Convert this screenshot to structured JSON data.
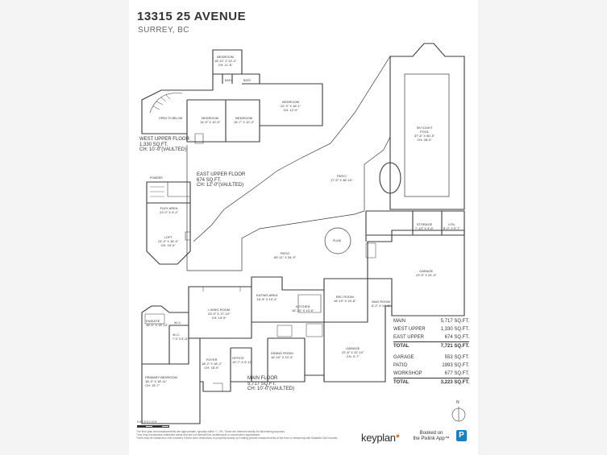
{
  "header": {
    "address": "13315 25 AVENUE",
    "city": "SURREY, BC"
  },
  "floors": {
    "west_upper": {
      "name": "WEST UPPER FLOOR",
      "sqft": "1,330 SQ.FT.",
      "ceiling": "CH: 10'-0\"(VAULTED)"
    },
    "east_upper": {
      "name": "EAST UPPER FLOOR",
      "sqft": "674 SQ.FT.",
      "ceiling": "CH: 12'-0\"(VAULTED)"
    },
    "main": {
      "name": "MAIN FLOOR",
      "sqft": "5,717 SQ.FT.",
      "ceiling": "CH: 10'-0\"(VAULTED)"
    }
  },
  "rooms": {
    "bedroom_top": {
      "name": "BEDROOM",
      "dims": "18'-11\" X 13'-4\"",
      "ch": "CH: 11'-6\""
    },
    "bedroom_right": {
      "name": "BEDROOM",
      "dims": "22'-3\" X 16'-1\"",
      "ch": "CH: 12'-0\""
    },
    "bedroom_left": {
      "name": "BEDROOM",
      "dims": "14'-9\" X 10'-5\""
    },
    "bedroom_mid": {
      "name": "BEDROOM",
      "dims": "15'-7\" X 10'-3\""
    },
    "open_below": {
      "name": "OPEN TO BELOW"
    },
    "bath_a": {
      "name": "BATH"
    },
    "bath_b": {
      "name": "BATH"
    },
    "powder": {
      "name": "POWDER"
    },
    "flex": {
      "name": "FLEX AREA",
      "dims": "23'-0\" X 9'-2\""
    },
    "loft": {
      "name": "LOFT",
      "dims": "24'-4\" X 16'-0\"",
      "ch": "CH: 15'-9\""
    },
    "patio_top": {
      "name": "PATIO",
      "dims": "17'-5\" X 48'-10\""
    },
    "pool": {
      "name": "POOL",
      "dims": "37'-6\" X 60'-5\"",
      "ch": "CH: 28'-0\"",
      "extra": "SKYLIGHT"
    },
    "patio_main": {
      "name": "PATIO",
      "dims": "69'-11\" X 34'-9\""
    },
    "plaid": {
      "name": "PLAID"
    },
    "storage": {
      "name": "STORAGE",
      "dims": "7'-10\" X 9'-6\""
    },
    "util": {
      "name": "UTIL",
      "dims": "8'-0\" X 9'-7\""
    },
    "garage_right": {
      "name": "GARAGE",
      "dims": "23'-9\" X 24'-9\""
    },
    "living": {
      "name": "LIVING ROOM",
      "dims": "23'-9\" X 17'-10\"",
      "ch": "CH: 15'-9\""
    },
    "eating": {
      "name": "EATING AREA",
      "dims": "16'-9\" X 10'-4\""
    },
    "kitchen": {
      "name": "KITCHEN",
      "dims": "16'-10\" X 13'-6\""
    },
    "rec": {
      "name": "REC ROOM",
      "dims": "16'-10\" X 15'-8\""
    },
    "mud": {
      "name": "MUD ROOM",
      "dims": "8'-2\" X 10'-0\""
    },
    "ensuite": {
      "name": "ENSUITE",
      "dims": "16'-0\" X 13'-10\""
    },
    "wic_a": {
      "name": "W.I.C."
    },
    "wic_b": {
      "name": "W.I.C.",
      "dims": "7'-0\" X 8'-11\""
    },
    "primary": {
      "name": "PRIMARY BEDROOM",
      "dims": "18'-3\" X 18'-11\"",
      "ch": "CH: 15'-7\""
    },
    "foyer": {
      "name": "FOYER",
      "dims": "18'-2\" X 18'-2\"",
      "ch": "CH: 18'-9\""
    },
    "office": {
      "name": "OFFICE",
      "dims": "10'-7\" X 9'-11\""
    },
    "dining": {
      "name": "DINING ROOM",
      "dims": "16'-10\" X 13'-3\""
    },
    "garage_main": {
      "name": "GARAGE",
      "dims": "22'-8\" X 22'-10\"",
      "ch": "CH: 9'-7\""
    }
  },
  "areas": {
    "main": {
      "label": "MAIN",
      "value": "5,717 SQ.FT."
    },
    "west_upper": {
      "label": "WEST UPPER",
      "value": "1,330 SQ.FT."
    },
    "east_upper": {
      "label": "EAST UPPER",
      "value": "674 SQ.FT."
    },
    "total1": {
      "label": "TOTAL",
      "value": "7,721 SQ.FT."
    },
    "garage": {
      "label": "GARAGE",
      "value": "553 SQ.FT."
    },
    "patio": {
      "label": "PATIO",
      "value": "1993 SQ.FT."
    },
    "workshop": {
      "label": "WORKSHOP",
      "value": "677 SQ.FT."
    },
    "total2": {
      "label": "TOTAL",
      "value": "3,223 SQ.FT."
    }
  },
  "legal": {
    "line1": "The floor plan and measurements are approximate, typically within +/- 2%. These are intended strictly for advertising purposes.",
    "line2": "They may encompass unfinished areas and are not intended for architectural or construction applications.",
    "line3": "There may be variances in the numbers if there were restrictions on property access or if taking precise measurements at the time of measuring with floatable D&D Insured."
  },
  "scale_labels": "0 ft   2.5  5.0          10 ft",
  "compass_label": "N",
  "brand": {
    "keyplan": "keyplan",
    "booked_line1": "Booked on",
    "booked_line2": "the Pixlink App™",
    "badge": "P"
  },
  "colors": {
    "wall": "#3a3a3a",
    "pool_line": "#555555",
    "accent": "#1a7fc1",
    "brand_dot": "#e07b2e"
  }
}
